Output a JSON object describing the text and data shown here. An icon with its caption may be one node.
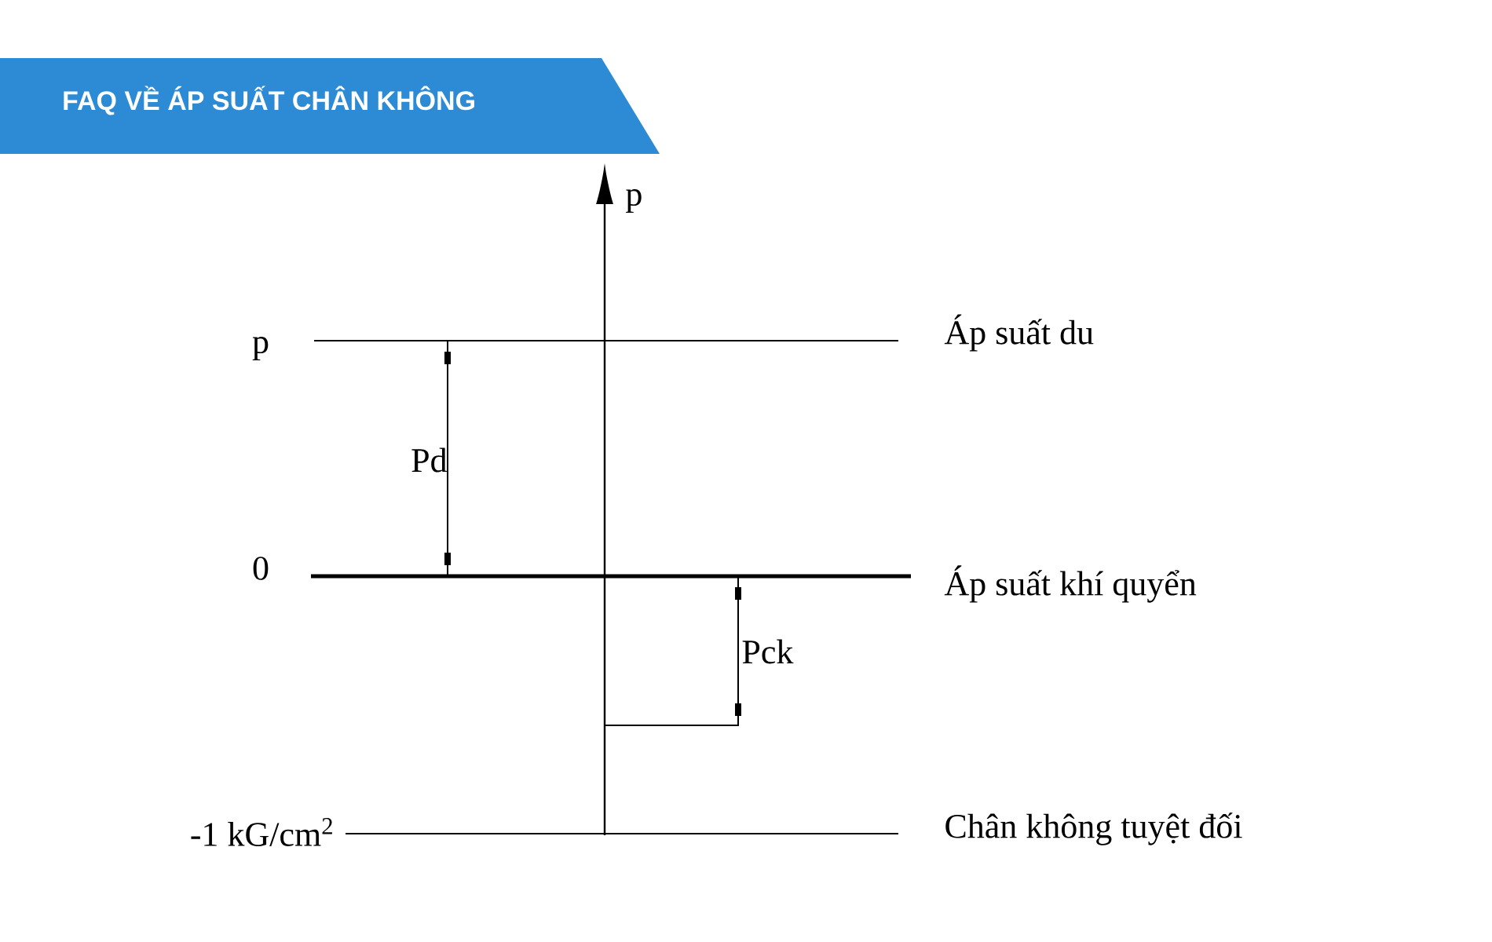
{
  "diagram": {
    "title": "FAQ VỀ ÁP SUẤT CHÂN KHÔNG",
    "labels": [
      "p",
      "p",
      "Áp suất du",
      "Pd",
      "0",
      "Áp suất khí quyển",
      "Pck",
      "-1 kG/cm$^{2}$",
      "Chân không tuyệt đối"
    ]
  }
}
